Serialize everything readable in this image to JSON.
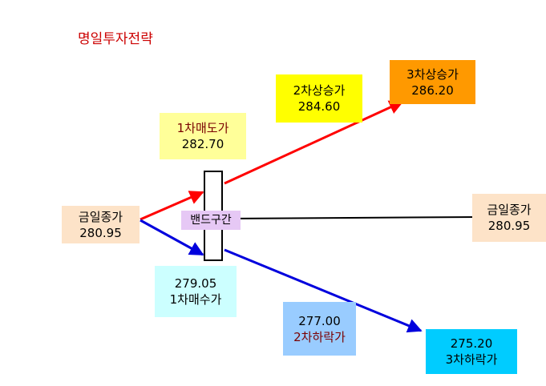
{
  "title": "명일투자전략",
  "today_close_left": {
    "label": "금일종가",
    "value": "280.95"
  },
  "today_close_right": {
    "label": "금일종가",
    "value": "280.95"
  },
  "sell1": {
    "label": "1차매도가",
    "value": "282.70"
  },
  "rise2": {
    "label": "2차상승가",
    "value": "284.60"
  },
  "rise3": {
    "label": "3차상승가",
    "value": "286.20"
  },
  "buy1": {
    "value": "279.05",
    "label": "1차매수가"
  },
  "fall2": {
    "value": "277.00",
    "label": "2차하락가"
  },
  "fall3": {
    "value": "275.20",
    "label": "3차하락가"
  },
  "band": {
    "label": "밴드구간"
  },
  "colors": {
    "up_arrow": "#ff0000",
    "down_arrow": "#0000dd",
    "flat_line": "#000000",
    "close_box": "#fde3c8",
    "sell_box": "#ffff99",
    "rise2_box": "#ffff00",
    "rise3_box": "#ff9900",
    "buy_box": "#ccffff",
    "fall2_box": "#99ccff",
    "fall3_box": "#00ccff",
    "band_label": "#e6c8f5"
  }
}
